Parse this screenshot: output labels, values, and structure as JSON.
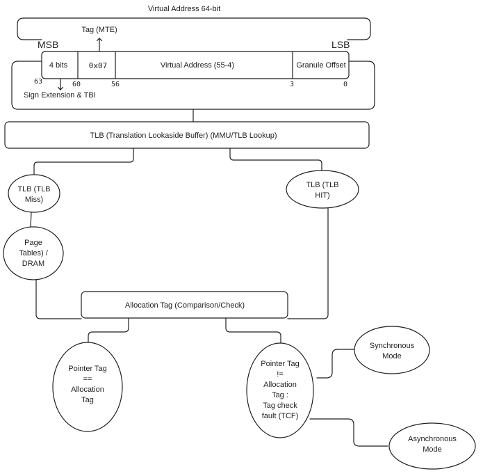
{
  "header": {
    "title": "Virtual Address 64-bit",
    "tag_label": "Tag (MTE)",
    "msb": "MSB",
    "lsb": "LSB",
    "sign_ext": "Sign Extension & TBI"
  },
  "address_fields": {
    "top_bits": "4 bits",
    "tag_value": "0x07",
    "va": "Virtual Address (55-4)",
    "granule": "Granule Offset"
  },
  "bit_positions": [
    "63",
    "60",
    "56",
    "3",
    "0"
  ],
  "tlb": {
    "label": "TLB (Translation Lookaside Buffer) (MMU/TLB Lookup)",
    "miss": [
      "TLB (TLB",
      "Miss)"
    ],
    "hit": [
      "TLB (TLB",
      "HIT)"
    ]
  },
  "page_tables": [
    "Page",
    "Tables) /",
    "DRAM"
  ],
  "allocation_check": "Allocation Tag (Comparison/Check)",
  "match": [
    "Pointer Tag",
    "==",
    "Allocation",
    "Tag"
  ],
  "mismatch": [
    "Pointer Tag",
    "!=",
    "Allocation",
    "Tag :",
    "Tag check",
    "fault (TCF)"
  ],
  "modes": {
    "sync": [
      "Synchronous",
      "Mode"
    ],
    "async": [
      "Asynchronous",
      "Mode"
    ]
  }
}
